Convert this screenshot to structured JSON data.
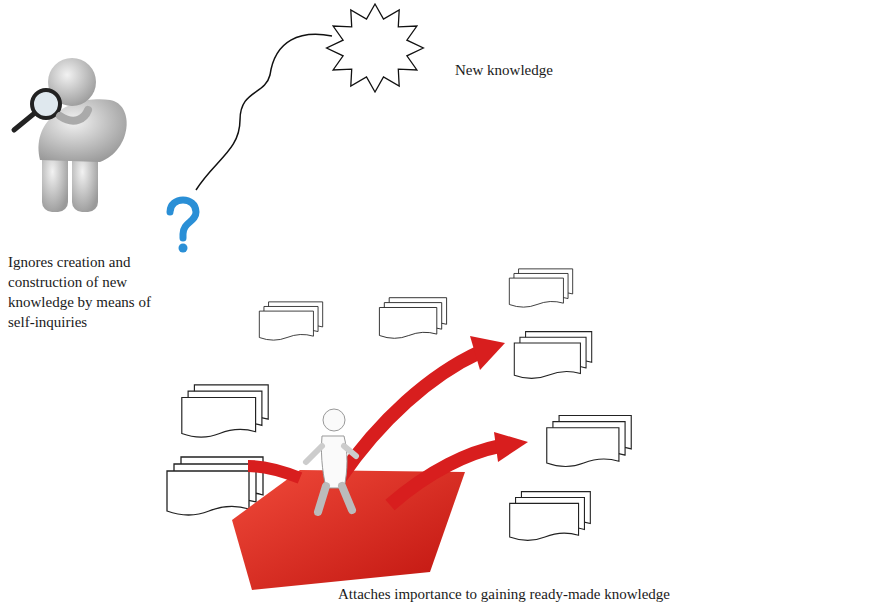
{
  "diagram": {
    "labels": [
      "New knowledge",
      "Ignores creation and construction of new knowledge by means of self-inquiries",
      "Attaches importance to gaining ready-made knowledge"
    ]
  }
}
